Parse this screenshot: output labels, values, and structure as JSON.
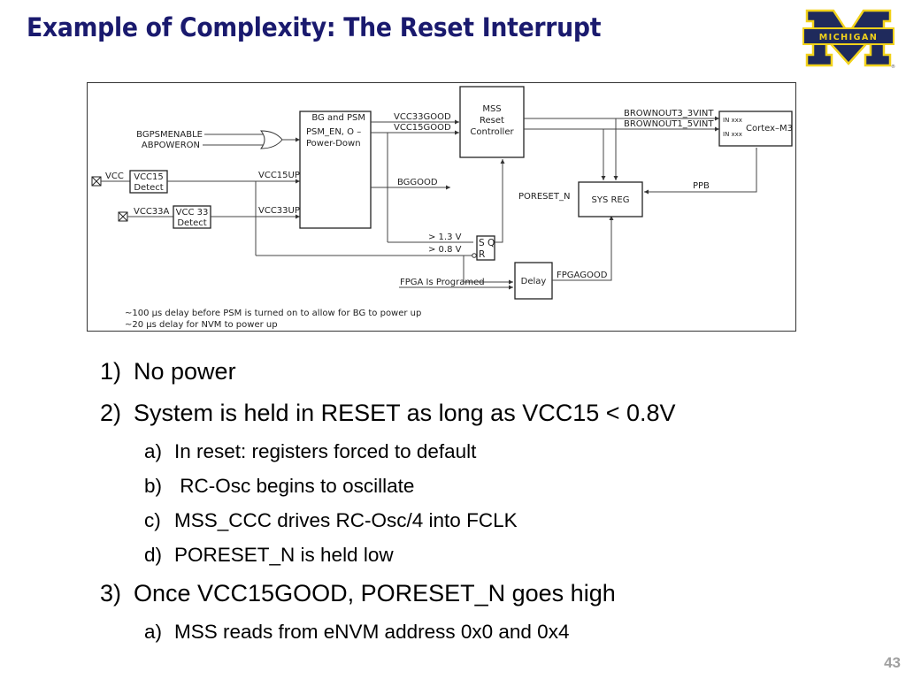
{
  "slide": {
    "title": "Example of Complexity: The Reset Interrupt",
    "logo": {
      "text": "MICHIGAN",
      "registered": "®",
      "colors": {
        "navy": "#1f2a5c",
        "maize": "#f2d21b"
      }
    },
    "page_number": "43"
  },
  "diagram": {
    "inputs": {
      "bgpsmenable": "BGPSMENABLE",
      "abpoweron": "ABPOWERON",
      "vcc": "VCC",
      "vcc33a": "VCC33A"
    },
    "blocks": {
      "vcc15_detect": [
        "VCC15",
        "Detect"
      ],
      "vcc33_detect": [
        "VCC 33",
        "Detect"
      ],
      "bg_psm": [
        "BG and PSM",
        "PSM_EN, O –",
        "Power-Down"
      ],
      "mss_reset": [
        "MSS",
        "Reset",
        "Controller"
      ],
      "cortex": "Cortex–M3",
      "cortex_in1": "IN xxx",
      "cortex_in2": "IN xxx",
      "sys_reg": "SYS REG",
      "delay": "Delay",
      "sr_latch_sq": "S Q",
      "sr_latch_r": "R"
    },
    "signals": {
      "vcc15up": "VCC15UP",
      "vcc33up": "VCC33UP",
      "vcc33good": "VCC33GOOD",
      "vcc15good": "VCC15GOOD",
      "bggood": "BGGOOD",
      "brownout3": "BROWNOUT3_3VINT",
      "brownout1": "BROWNOUT1_5VINT",
      "poreset": "PORESET_N",
      "ppb": "PPB",
      "gt13": "> 1.3 V",
      "gt08": "> 0.8 V",
      "fpga_programed": "FPGA Is Programed",
      "fpgagood": "FPGAGOOD"
    },
    "notes": [
      "~100 µs delay before PSM is turned on to allow for BG to power up",
      "~20 µs delay for NVM to power up"
    ]
  },
  "bullets": [
    {
      "num": "1)",
      "text": "No power",
      "level": 1
    },
    {
      "num": "2)",
      "text": "System is held in RESET as long as VCC15 < 0.8V",
      "level": 1
    },
    {
      "num": "a)",
      "text": "In reset: registers forced to default",
      "level": 2
    },
    {
      "num": "b)",
      "text": " RC-Osc begins to oscillate",
      "level": 2
    },
    {
      "num": "c)",
      "text": "MSS_CCC drives RC-Osc/4 into FCLK",
      "level": 2
    },
    {
      "num": "d)",
      "text": "PORESET_N is held low",
      "level": 2
    },
    {
      "num": "3)",
      "text": "Once VCC15GOOD, PORESET_N goes high",
      "level": 1
    },
    {
      "num": "a)",
      "text": "MSS reads from eNVM address 0x0 and 0x4",
      "level": 2
    }
  ]
}
